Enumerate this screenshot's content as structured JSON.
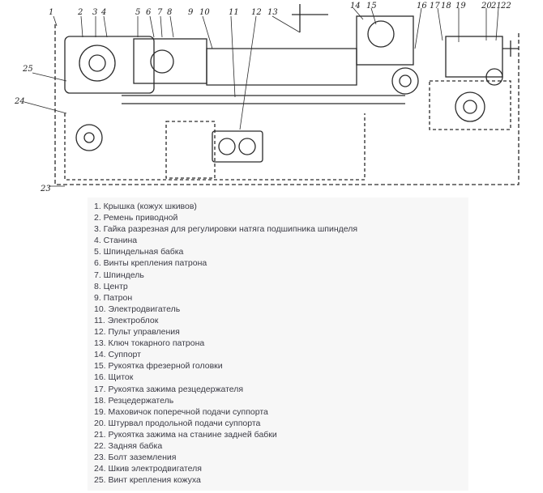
{
  "callouts": [
    "1",
    "2",
    "3",
    "4",
    "5",
    "6",
    "7",
    "8",
    "9",
    "10",
    "11",
    "12",
    "13",
    "14",
    "15",
    "16",
    "17",
    "18",
    "19",
    "20",
    "21",
    "22",
    "23",
    "24",
    "25"
  ],
  "legend": [
    "1. Крышка (кожух шкивов)",
    "2. Ремень приводной",
    "3. Гайка разрезная для регулировки натяга подшипника шпинделя",
    "4. Станина",
    "5. Шпиндельная бабка",
    "6. Винты крепления патрона",
    "7. Шпиндель",
    "8. Центр",
    "9. Патрон",
    "10. Электродвигатель",
    "11. Электроблок",
    "12. Пульт управления",
    "13. Ключ токарного патрона",
    "14. Суппорт",
    "15. Рукоятка фрезерной головки",
    "16. Щиток",
    "17. Рукоятка зажима резцедержателя",
    "18. Резцедержатель",
    "19. Маховичок поперечной подачи суппорта",
    "20. Штурвал продольной подачи суппорта",
    "21. Рукоятка зажима на станине задней бабки",
    "22. Задняя бабка",
    "23. Болт заземления",
    "24. Шкив электродвигателя",
    "25. Винт крепления кожуха"
  ]
}
